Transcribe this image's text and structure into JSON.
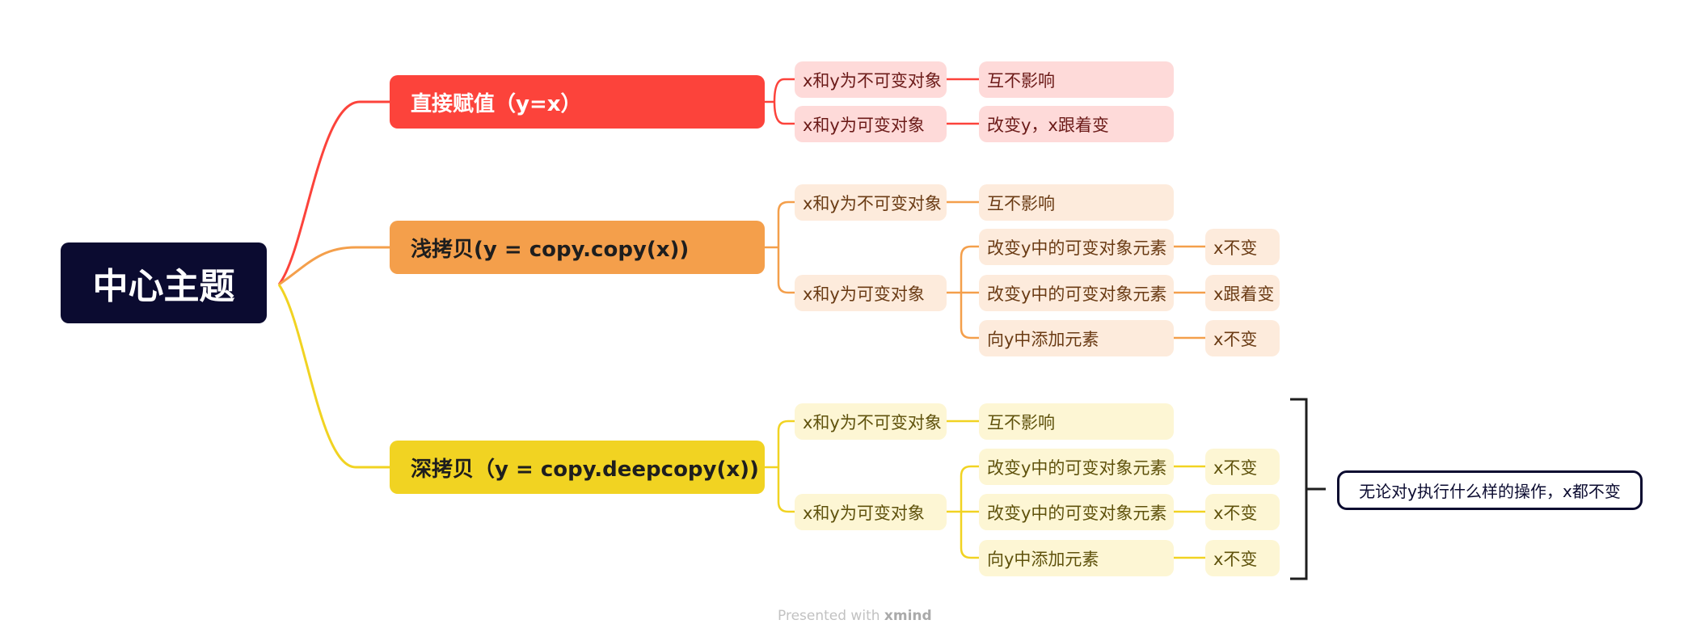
{
  "colors": {
    "root_bg": "#0b0b30",
    "red": "#fc433b",
    "orange": "#f49f4b",
    "yellow": "#f1d322",
    "red_light": "#fedad9",
    "orange_light": "#fdebdc",
    "yellow_light": "#fdf6d4"
  },
  "root": {
    "label": "中心主题"
  },
  "branches": [
    {
      "label": "直接赋值（y=x）",
      "items": [
        {
          "label": "x和y为不可变对象",
          "child": "互不影响"
        },
        {
          "label": "x和y为可变对象",
          "child": "改变y，x跟着变"
        }
      ]
    },
    {
      "label": "浅拷贝(y = copy.copy(x))",
      "items": [
        {
          "label": "x和y为不可变对象",
          "child": "互不影响"
        },
        {
          "label": "x和y为可变对象",
          "children": [
            {
              "label": "改变y中的可变对象元素",
              "result": "x不变"
            },
            {
              "label": "改变y中的可变对象元素",
              "result": "x跟着变"
            },
            {
              "label": "向y中添加元素",
              "result": "x不变"
            }
          ]
        }
      ]
    },
    {
      "label": "深拷贝（y = copy.deepcopy(x))",
      "items": [
        {
          "label": "x和y为不可变对象",
          "child": "互不影响"
        },
        {
          "label": "x和y为可变对象",
          "children": [
            {
              "label": "改变y中的可变对象元素",
              "result": "x不变"
            },
            {
              "label": "改变y中的可变对象元素",
              "result": "x不变"
            },
            {
              "label": "向y中添加元素",
              "result": "x不变"
            }
          ]
        }
      ]
    }
  ],
  "summary": "无论对y执行什么样的操作，x都不变",
  "footer": {
    "prefix": "Presented with",
    "brand": "xmind"
  }
}
